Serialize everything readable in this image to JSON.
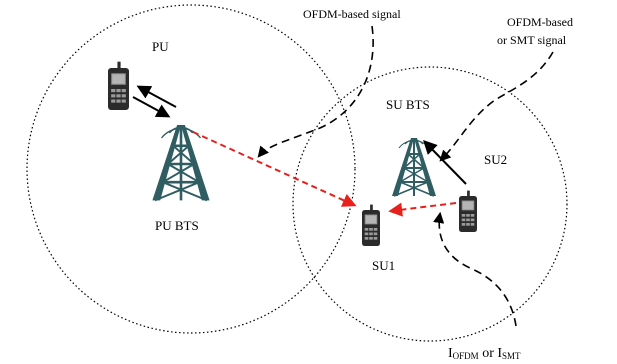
{
  "labels": {
    "pu": "PU",
    "pu_bts": "PU BTS",
    "su_bts": "SU BTS",
    "su1": "SU1",
    "su2": "SU2",
    "ofdm_signal": "OFDM-based signal",
    "ofdm_smt_line1": "OFDM-based",
    "ofdm_smt_line2": "or SMT signal",
    "interference_i1": "I",
    "interference_sub1": "OFDM",
    "interference_or": " or ",
    "interference_i2": "I",
    "interference_sub2": "SMT"
  },
  "colors": {
    "interference_arrow": "#e8201c",
    "tower_fill": "#2f5d62",
    "phone_body": "#2b2b2b"
  },
  "icons": [
    "base-station-tower-icon",
    "mobile-phone-icon"
  ]
}
